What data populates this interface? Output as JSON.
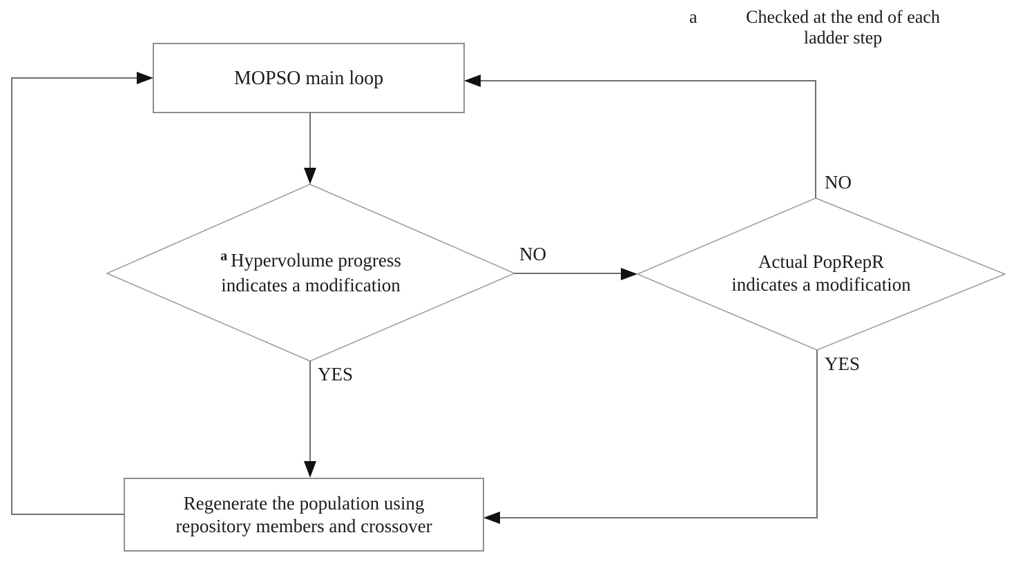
{
  "annotation": {
    "marker": "a",
    "line1": "Checked at the end of each",
    "line2": "ladder step"
  },
  "nodes": {
    "mopso": {
      "label": "MOPSO main loop"
    },
    "hypervolume": {
      "marker": "a",
      "line1": "Hypervolume progress",
      "line2": "indicates a modification"
    },
    "poprepr": {
      "line1": "Actual PopRepR",
      "line2": "indicates a modification"
    },
    "regenerate": {
      "line1": "Regenerate the population using",
      "line2": "repository members and crossover"
    }
  },
  "edges": {
    "hypervolume_no": "NO",
    "hypervolume_yes": "YES",
    "poprepr_no": "NO",
    "poprepr_yes": "YES"
  },
  "colors": {
    "shape_outline": "#8f8f8f",
    "connector_line": "#6e6e6e",
    "arrowhead": "#111111",
    "text": "#1c1c1c",
    "background": "#ffffff"
  }
}
